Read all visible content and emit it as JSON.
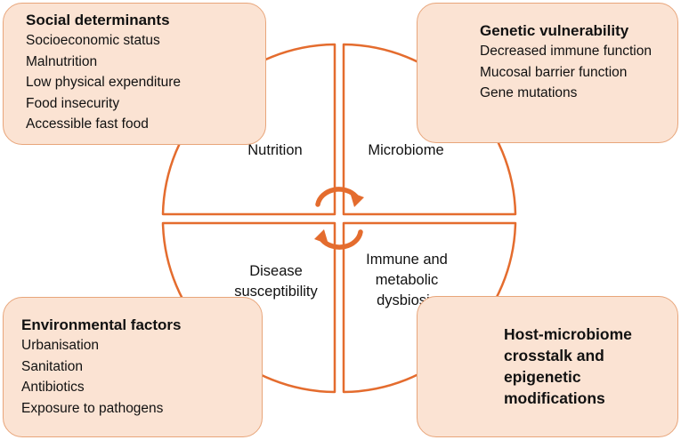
{
  "boxes": {
    "social": {
      "title": "Social determinants",
      "items": [
        "Socioeconomic status",
        "Malnutrition",
        "Low physical expenditure",
        "Food insecurity",
        "Accessible fast food"
      ]
    },
    "genetic": {
      "title": "Genetic vulnerability",
      "items": [
        "Decreased immune function",
        "Mucosal barrier function",
        "Gene mutations"
      ]
    },
    "environmental": {
      "title": "Environmental factors",
      "items": [
        "Urbanisation",
        "Sanitation",
        "Antibiotics",
        "Exposure to pathogens"
      ]
    },
    "host": {
      "title_lines": [
        "Host-microbiome",
        "crosstalk and",
        "epigenetic",
        "modifications"
      ]
    }
  },
  "wheel": {
    "quadrants": {
      "top_left": "Nutrition",
      "top_right": "Microbiome",
      "bottom_left": [
        "Disease",
        "susceptibility"
      ],
      "bottom_right": [
        "Immune and",
        "metabolic",
        "dysbiosis"
      ]
    },
    "center_icon": "cycle-arrows-icon"
  },
  "colors": {
    "wheel_stroke": "#e46c2e",
    "box_fill": "#fbe3d3",
    "box_border": "#e8a57a"
  }
}
